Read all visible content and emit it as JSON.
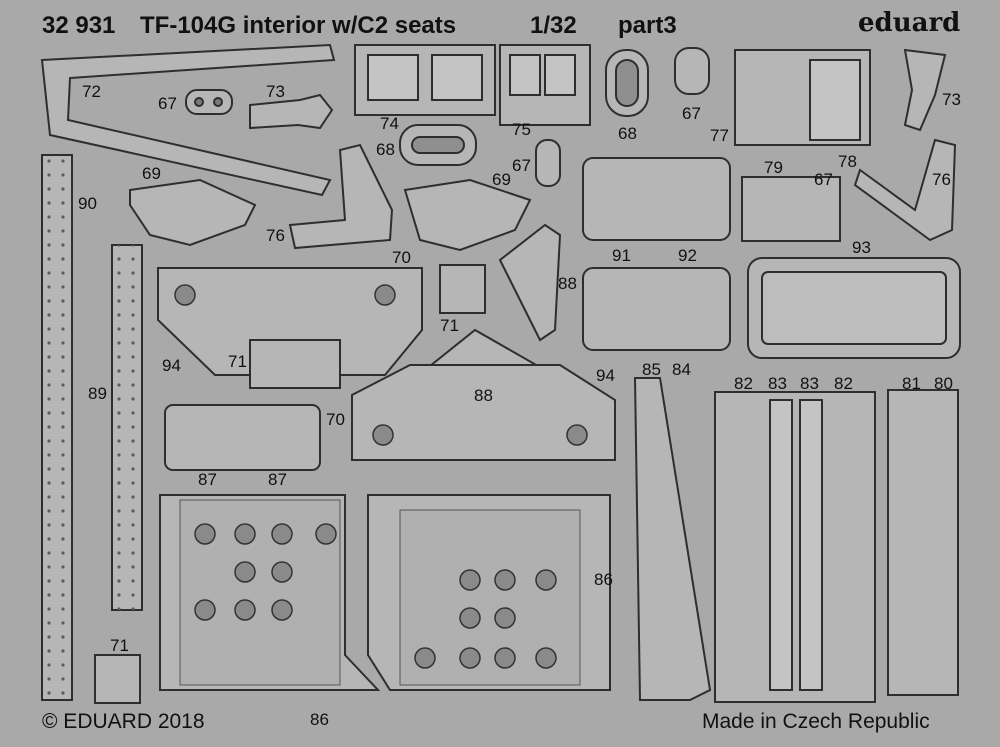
{
  "header": {
    "set_number": "32 931",
    "title": "TF-104G interior w/C2 seats",
    "scale": "1/32",
    "part": "part3",
    "brand": "eduard"
  },
  "footer": {
    "copyright": "© EDUARD 2018",
    "center_number": "86",
    "origin": "Made in Czech Republic"
  },
  "part_numbers": [
    "72",
    "67",
    "73",
    "74",
    "75",
    "68",
    "67",
    "77",
    "73",
    "68",
    "67",
    "69",
    "69",
    "76",
    "78",
    "79",
    "67",
    "76",
    "90",
    "70",
    "91",
    "92",
    "93",
    "94",
    "71",
    "88",
    "71",
    "89",
    "88",
    "94",
    "70",
    "85",
    "84",
    "82",
    "83",
    "83",
    "82",
    "81",
    "80",
    "87",
    "87",
    "86",
    "71"
  ]
}
